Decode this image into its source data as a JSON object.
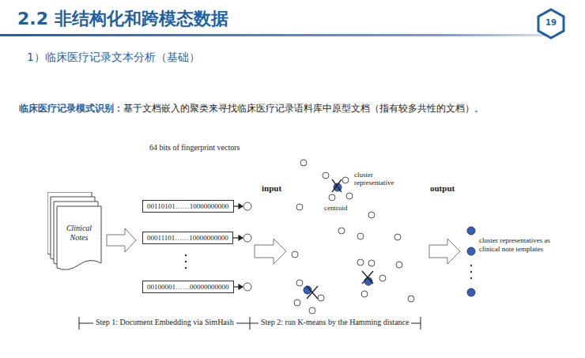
{
  "diagram": {
    "title": "2.2 非结构化和跨模态数据",
    "nodes": [
      {
        "text": [
          "Clinical Notes"
        ]
      },
      {
        "text": [
          "00110101……10000000000"
        ]
      },
      {
        "text": [
          "00011101……10000000000"
        ]
      },
      {
        "text": [
          "00100001……00000000000"
        ]
      }
    ],
    "labels": [
      "19",
      "1）临床医疗记录文本分析（基础）",
      "临床医疗记录模式识别：",
      "基于文档嵌入的聚类来寻找临床医疗记录语料库中原型文档（指有较多共性的文档）。",
      "64 bits of fingerprint vectors",
      "input",
      "cluster representative",
      "centroid",
      "output",
      "cluster representatives as clinical note templates",
      "Step 1: Document Embedding via SimHash",
      "Step 2: run K-means by the Hamming distance"
    ]
  }
}
